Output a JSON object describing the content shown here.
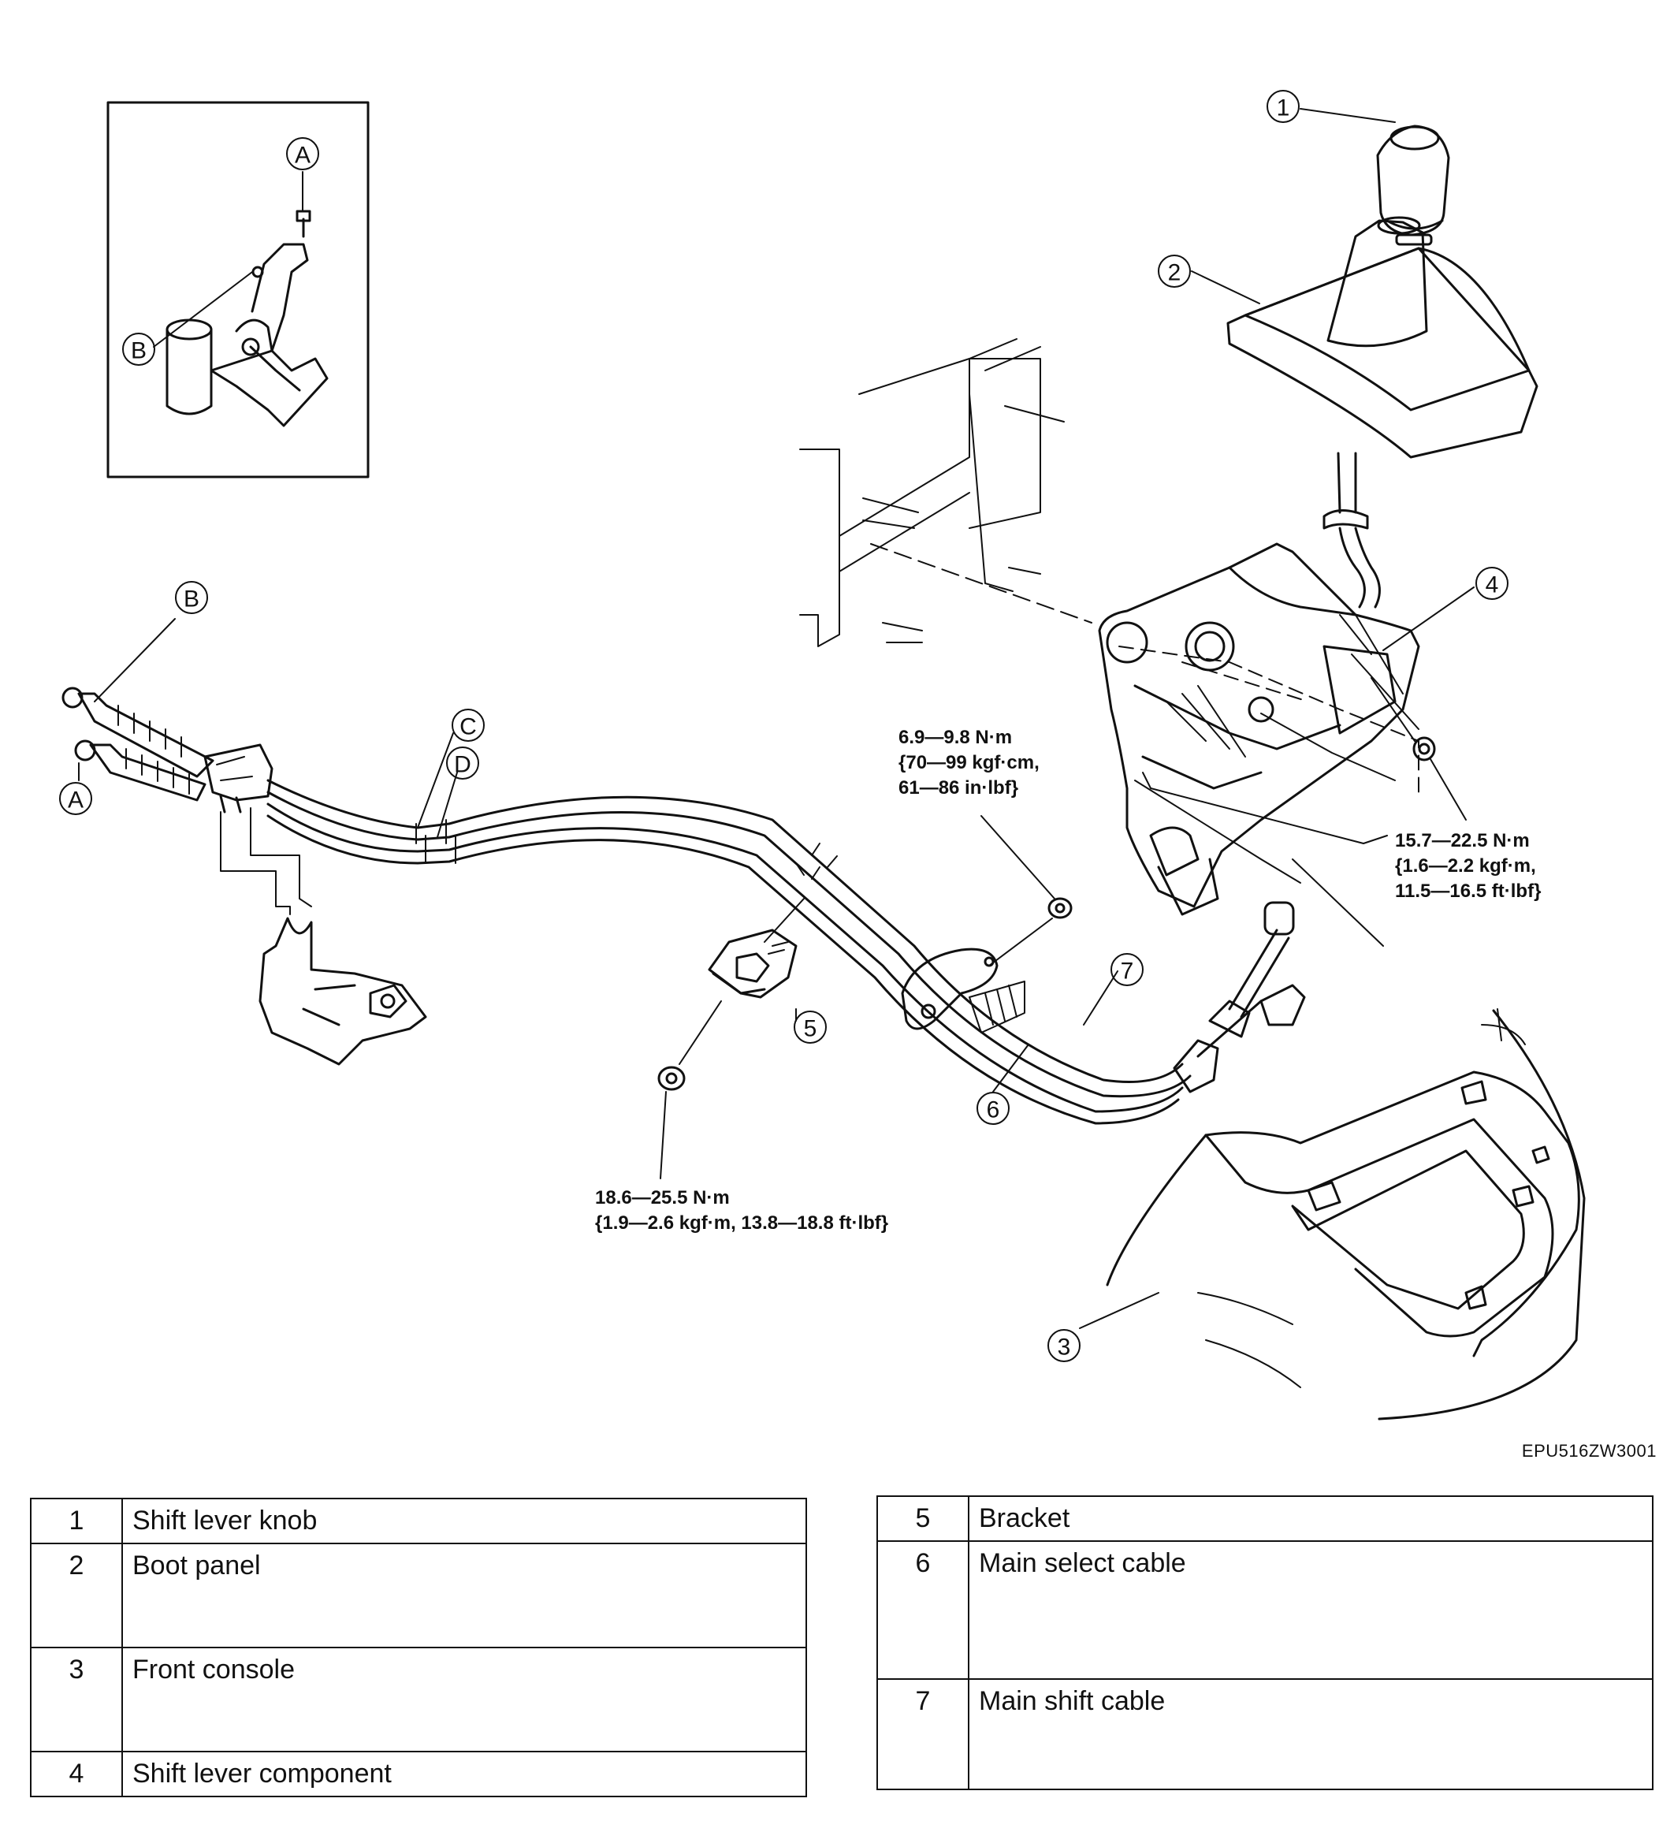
{
  "callouts": {
    "c1": "1",
    "c2": "2",
    "c3": "3",
    "c4": "4",
    "c5": "5",
    "c6": "6",
    "c7": "7",
    "a_inset": "A",
    "b_inset": "B",
    "a_main": "A",
    "b_main": "B",
    "c_main": "C",
    "d_main": "D"
  },
  "torques": {
    "t1": [
      "6.9—9.8 N·m",
      "{70—99 kgf·cm,",
      "61—86 in·lbf}"
    ],
    "t2": [
      "15.7—22.5 N·m",
      "{1.6—2.2 kgf·m,",
      "11.5—16.5 ft·lbf}"
    ],
    "t3": [
      "18.6—25.5 N·m",
      "{1.9—2.6 kgf·m, 13.8—18.8 ft·lbf}"
    ]
  },
  "figure_id": "EPU516ZW3001",
  "legend_left": [
    {
      "num": "1",
      "label": "Shift lever knob"
    },
    {
      "num": "2",
      "label": "Boot panel"
    },
    {
      "num": "3",
      "label": "Front console"
    },
    {
      "num": "4",
      "label": "Shift lever component"
    }
  ],
  "legend_right": [
    {
      "num": "5",
      "label": "Bracket"
    },
    {
      "num": "6",
      "label": "Main select cable"
    },
    {
      "num": "7",
      "label": "Main shift cable"
    }
  ]
}
